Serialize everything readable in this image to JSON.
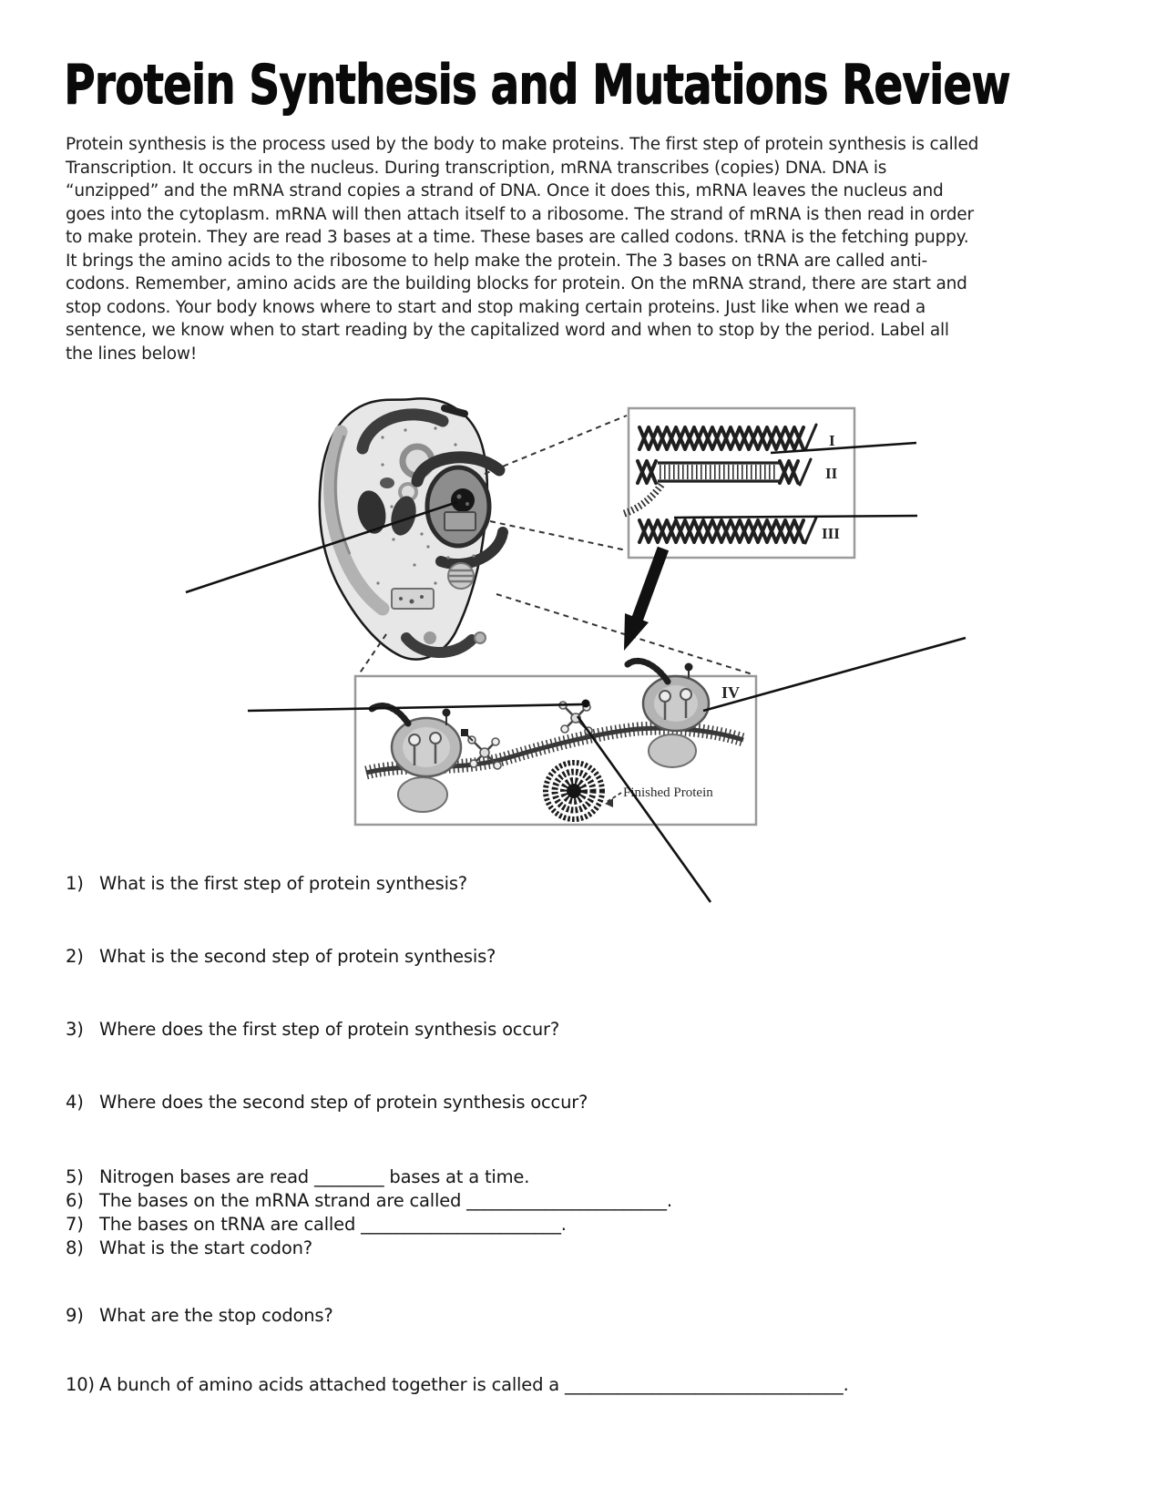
{
  "page": {
    "title": "Protein Synthesis and Mutations Review"
  },
  "intro": {
    "text": "Protein synthesis is the process used by the body to make proteins.  The first step of protein synthesis is called\nTranscription.  It occurs in the nucleus.  During transcription, mRNA transcribes (copies) DNA.  DNA is\n“unzipped” and the mRNA strand copies a strand of DNA.  Once it does this, mRNA leaves the nucleus and\ngoes into the cytoplasm. mRNA will then attach itself to a ribosome.  The strand of mRNA is then read in order\nto make protein.  They are read 3 bases at a time.  These bases are called codons.  tRNA is the fetching puppy.\nIt brings the amino acids to the ribosome to help make the protein.  The 3 bases on tRNA are called anti-\ncodons.  Remember, amino acids are the building blocks for protein. On the mRNA strand, there are start and\nstop codons.  Your body knows where to start and stop making certain proteins.  Just like when we read a\nsentence, we know when to start reading by the capitalized word and when to stop by the period. Label all\nthe lines below!"
  },
  "diagram": {
    "label_1": "I",
    "label_2": "II",
    "label_3": "III",
    "label_4": "IV",
    "finished_protein_label": "Finished Protein",
    "ink_color": "#111111",
    "border_color": "#999999"
  },
  "questions": [
    {
      "num": "1)",
      "text": "What is the first step of protein synthesis?"
    },
    {
      "num": "2)",
      "text": "What is the second step of protein synthesis?"
    },
    {
      "num": "3)",
      "text": "Where does the first step of protein synthesis occur?"
    },
    {
      "num": "4)",
      "text": "Where does the second step of protein synthesis occur?"
    },
    {
      "num": "5)",
      "text": "Nitrogen bases are read ________ bases at a time."
    },
    {
      "num": "6)",
      "text": "The bases on the mRNA strand are called _______________________."
    },
    {
      "num": "7)",
      "text": "The bases on tRNA are called _______________________."
    },
    {
      "num": "8)",
      "text": "What is the start codon?"
    },
    {
      "num": "9)",
      "text": "What are the stop codons?"
    },
    {
      "num": "10)",
      "text": "A bunch of amino acids attached together is called a ________________________________."
    }
  ]
}
